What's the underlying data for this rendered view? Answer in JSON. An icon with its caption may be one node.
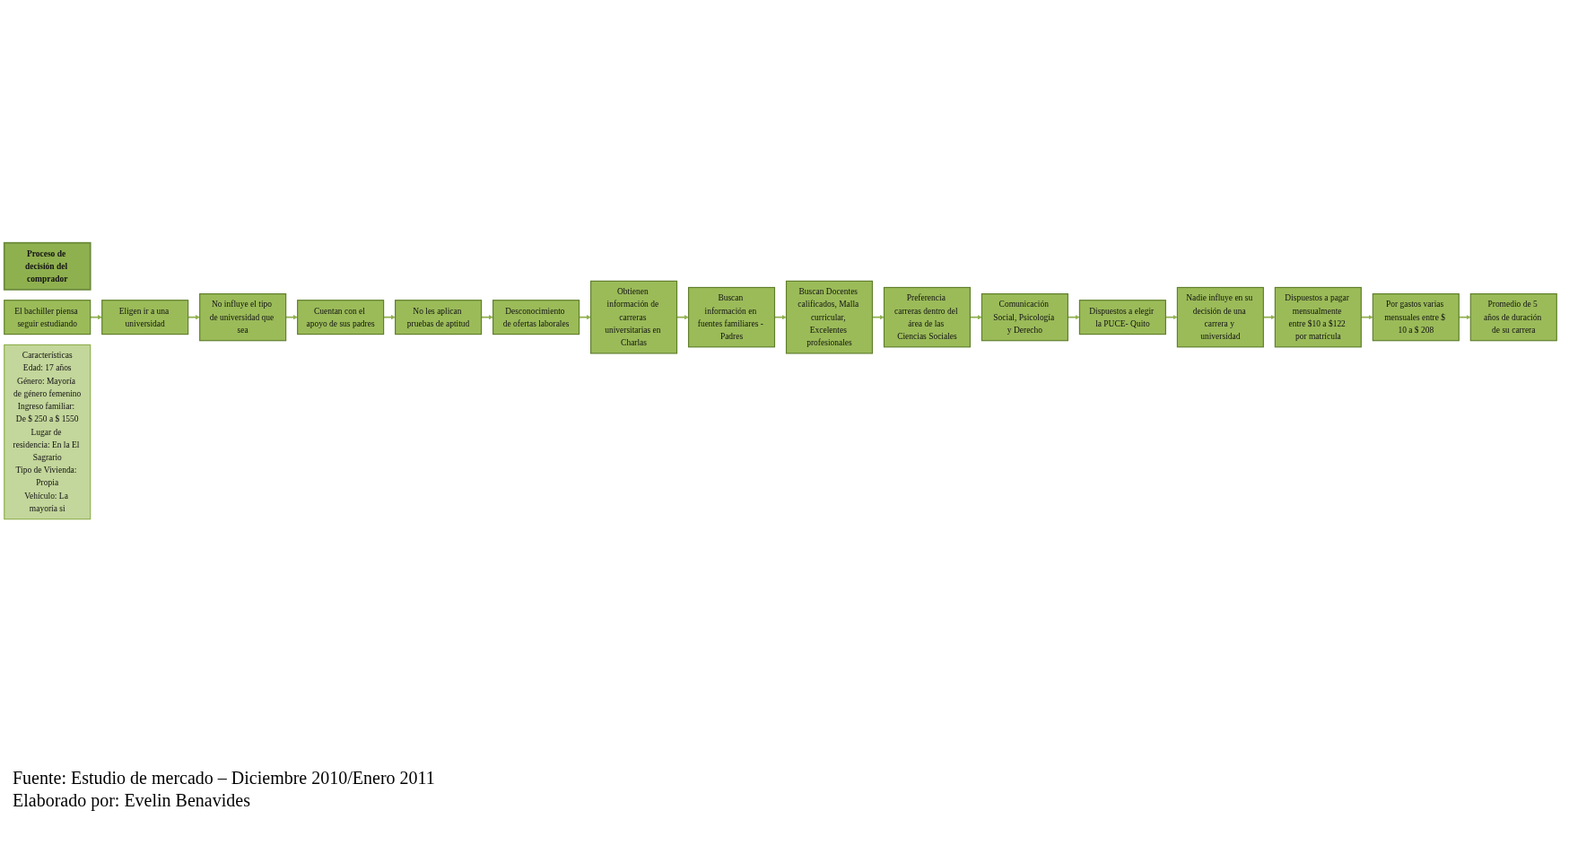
{
  "diagram": {
    "nodes": [
      {
        "text": [
          "Proceso de decisión del comprador"
        ]
      },
      {
        "text": [
          "El bachiller piensa seguir estudiando"
        ]
      },
      {
        "text": [
          "Eligen ir a una universidad"
        ]
      },
      {
        "text": [
          "No influye el tipo de universidad que sea"
        ]
      },
      {
        "text": [
          "Cuentan con el apoyo de sus padres"
        ]
      },
      {
        "text": [
          "No les aplican pruebas de aptitud"
        ]
      },
      {
        "text": [
          "Desconocimiento de ofertas laborales"
        ]
      },
      {
        "text": [
          "Obtienen información de carreras universitarias en Charlas"
        ]
      },
      {
        "text": [
          "Buscan información en fuentes familiares - Padres"
        ]
      },
      {
        "text": [
          "Buscan Docentes calificados, Malla curricular, Excelentes profesionales"
        ]
      },
      {
        "text": [
          "Preferencia carreras dentro del área de las Ciencias Sociales"
        ]
      },
      {
        "text": [
          "Comunicación Social, Psicología y Derecho"
        ]
      },
      {
        "text": [
          "Dispuestos a elegir la PUCE- Quito"
        ]
      },
      {
        "text": [
          "Nadie influye en su decisión de una carrera y universidad"
        ]
      },
      {
        "text": [
          "Dispuestos a pagar mensualmente entre $10 a $122 por matrícula"
        ]
      },
      {
        "text": [
          "Por gastos varias mensuales entre $ 10 a $ 208"
        ]
      },
      {
        "text": [
          "Promedio de 5 años de duración de su carrera"
        ]
      },
      {
        "text": [
          "Características",
          "Edad: 17 años",
          "Género: Mayoría de género femenino",
          "Ingreso familiar: De $ 250 a $ 1550",
          "Lugar de residencia: En la El Sagrario",
          "Tipo de Vivienda: Propia",
          "Vehículo: La mayoría si"
        ]
      }
    ],
    "edges": [
      {
        "from": 1,
        "to": 2,
        "arrow": "to"
      },
      {
        "from": 2,
        "to": 3,
        "arrow": "to"
      },
      {
        "from": 3,
        "to": 4,
        "arrow": "to"
      },
      {
        "from": 4,
        "to": 5,
        "arrow": "to"
      },
      {
        "from": 5,
        "to": 6,
        "arrow": "to"
      },
      {
        "from": 6,
        "to": 7,
        "arrow": "to"
      },
      {
        "from": 7,
        "to": 8,
        "arrow": "to"
      },
      {
        "from": 8,
        "to": 9,
        "arrow": "to"
      },
      {
        "from": 9,
        "to": 10,
        "arrow": "to"
      },
      {
        "from": 10,
        "to": 11,
        "arrow": "to"
      },
      {
        "from": 11,
        "to": 12,
        "arrow": "to"
      },
      {
        "from": 12,
        "to": 13,
        "arrow": "to"
      },
      {
        "from": 13,
        "to": 14,
        "arrow": "to"
      },
      {
        "from": 14,
        "to": 15,
        "arrow": "to"
      },
      {
        "from": 15,
        "to": 16,
        "arrow": "to"
      }
    ],
    "labels": [
      "Fuente: Estudio de mercado – Diciembre 2010/Enero 2011",
      "Elaborado por: Evelin Benavides"
    ]
  }
}
